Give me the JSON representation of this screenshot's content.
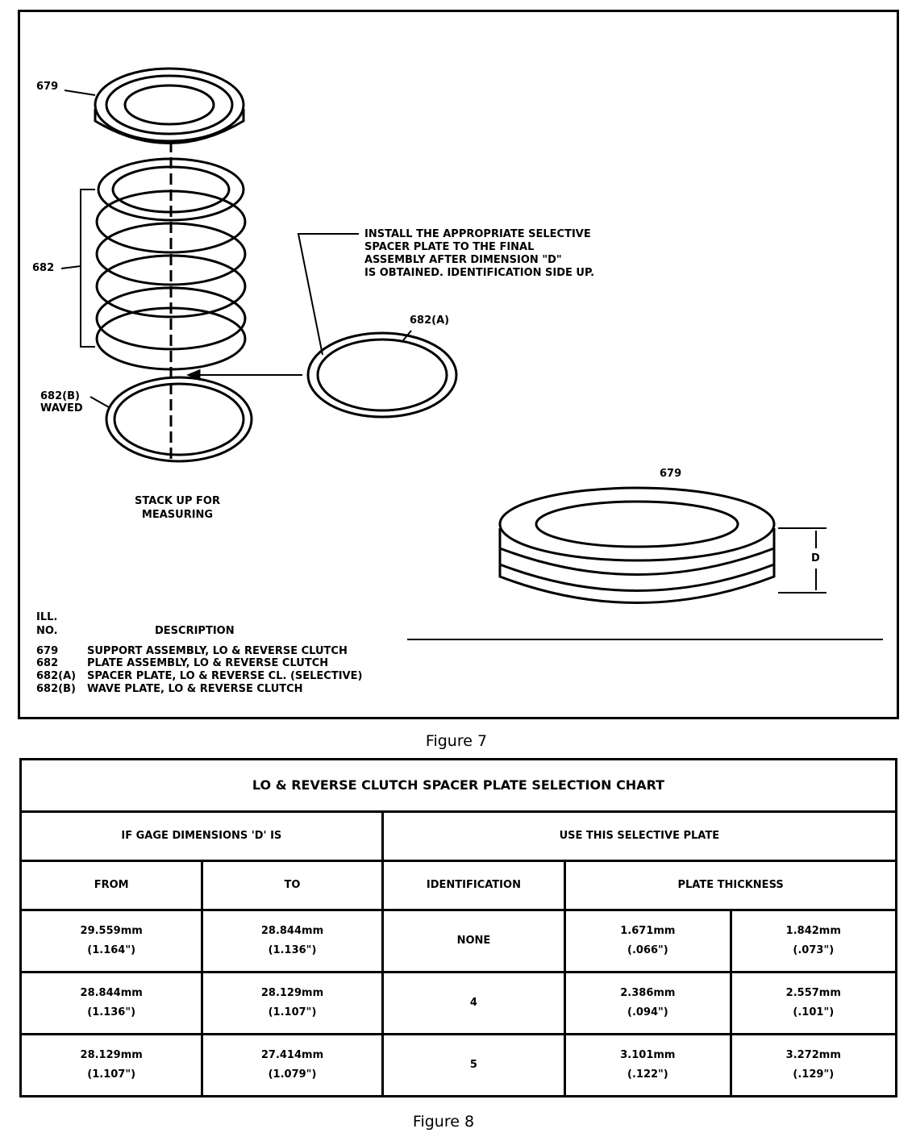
{
  "figure7": {
    "labels": {
      "support": "679",
      "plates": "682",
      "wave_num": "682(B)",
      "wave_word": "WAVED",
      "spacer": "682(A)",
      "support2": "679",
      "dim": "D"
    },
    "stack_note_1": "STACK UP FOR",
    "stack_note_2": "MEASURING",
    "install_note": [
      "INSTALL THE APPROPRIATE SELECTIVE",
      "SPACER PLATE TO THE FINAL",
      "ASSEMBLY AFTER DIMENSION \"D\"",
      "IS OBTAINED. IDENTIFICATION SIDE UP."
    ],
    "legend": {
      "header_ill": "ILL.",
      "header_no": "NO.",
      "header_desc": "DESCRIPTION",
      "items": [
        {
          "no": "679",
          "desc": "SUPPORT ASSEMBLY, LO & REVERSE CLUTCH"
        },
        {
          "no": "682",
          "desc": "PLATE ASSEMBLY, LO & REVERSE CLUTCH"
        },
        {
          "no": "682(A)",
          "desc": "SPACER PLATE, LO & REVERSE CL. (SELECTIVE)"
        },
        {
          "no": "682(B)",
          "desc": "WAVE PLATE, LO & REVERSE CLUTCH"
        }
      ]
    },
    "caption": "Figure 7"
  },
  "chart": {
    "title": "LO & REVERSE CLUTCH SPACER PLATE SELECTION CHART",
    "group1": "IF GAGE DIMENSIONS 'D' IS",
    "group2": "USE THIS SELECTIVE PLATE",
    "cols": {
      "from": "FROM",
      "to": "TO",
      "id": "IDENTIFICATION",
      "thick": "PLATE THICKNESS"
    },
    "rows": [
      {
        "from_mm": "29.559mm",
        "from_in": "(1.164\")",
        "to_mm": "28.844mm",
        "to_in": "(1.136\")",
        "id": "NONE",
        "t1_mm": "1.671mm",
        "t1_in": "(.066\")",
        "t2_mm": "1.842mm",
        "t2_in": "(.073\")"
      },
      {
        "from_mm": "28.844mm",
        "from_in": "(1.136\")",
        "to_mm": "28.129mm",
        "to_in": "(1.107\")",
        "id": "4",
        "t1_mm": "2.386mm",
        "t1_in": "(.094\")",
        "t2_mm": "2.557mm",
        "t2_in": "(.101\")"
      },
      {
        "from_mm": "28.129mm",
        "from_in": "(1.107\")",
        "to_mm": "27.414mm",
        "to_in": "(1.079\")",
        "id": "5",
        "t1_mm": "3.101mm",
        "t1_in": "(.122\")",
        "t2_mm": "3.272mm",
        "t2_in": "(.129\")"
      }
    ],
    "caption": "Figure 8"
  }
}
